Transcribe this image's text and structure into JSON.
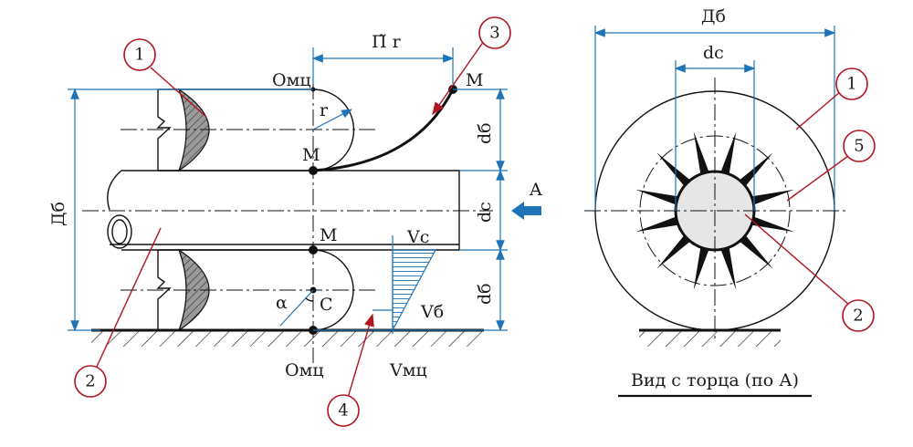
{
  "title": "Схема качения рулона по опорной поверхности и вид с торца",
  "side_view": {
    "labels": {
      "arc_length": "П̃ r",
      "o_mc_top": "Oмц",
      "m_top_right": "M",
      "r": "r",
      "m_mid": "M",
      "m_low": "M",
      "d_b_upper": "dб",
      "d_c": "dc",
      "d_b_lower": "dб",
      "D_b": "Дб",
      "arrow_a": "A",
      "v_c": "Vc",
      "v_b": "Vб",
      "alpha": "α",
      "c": "C",
      "o_mc_bottom": "Oмц",
      "v_mc": "Vмц"
    },
    "callouts": [
      "1",
      "2",
      "3",
      "4"
    ]
  },
  "end_view": {
    "labels": {
      "D_b": "Дб",
      "d_c": "dc"
    },
    "callouts": [
      "1",
      "5",
      "2"
    ],
    "caption": "Вид с торца (по А)"
  },
  "colors": {
    "dimension": "#1f74b8",
    "callout": "#b0141e",
    "outline": "#111111",
    "hatch": "#555555",
    "core_fill": "#e6e6e6"
  }
}
